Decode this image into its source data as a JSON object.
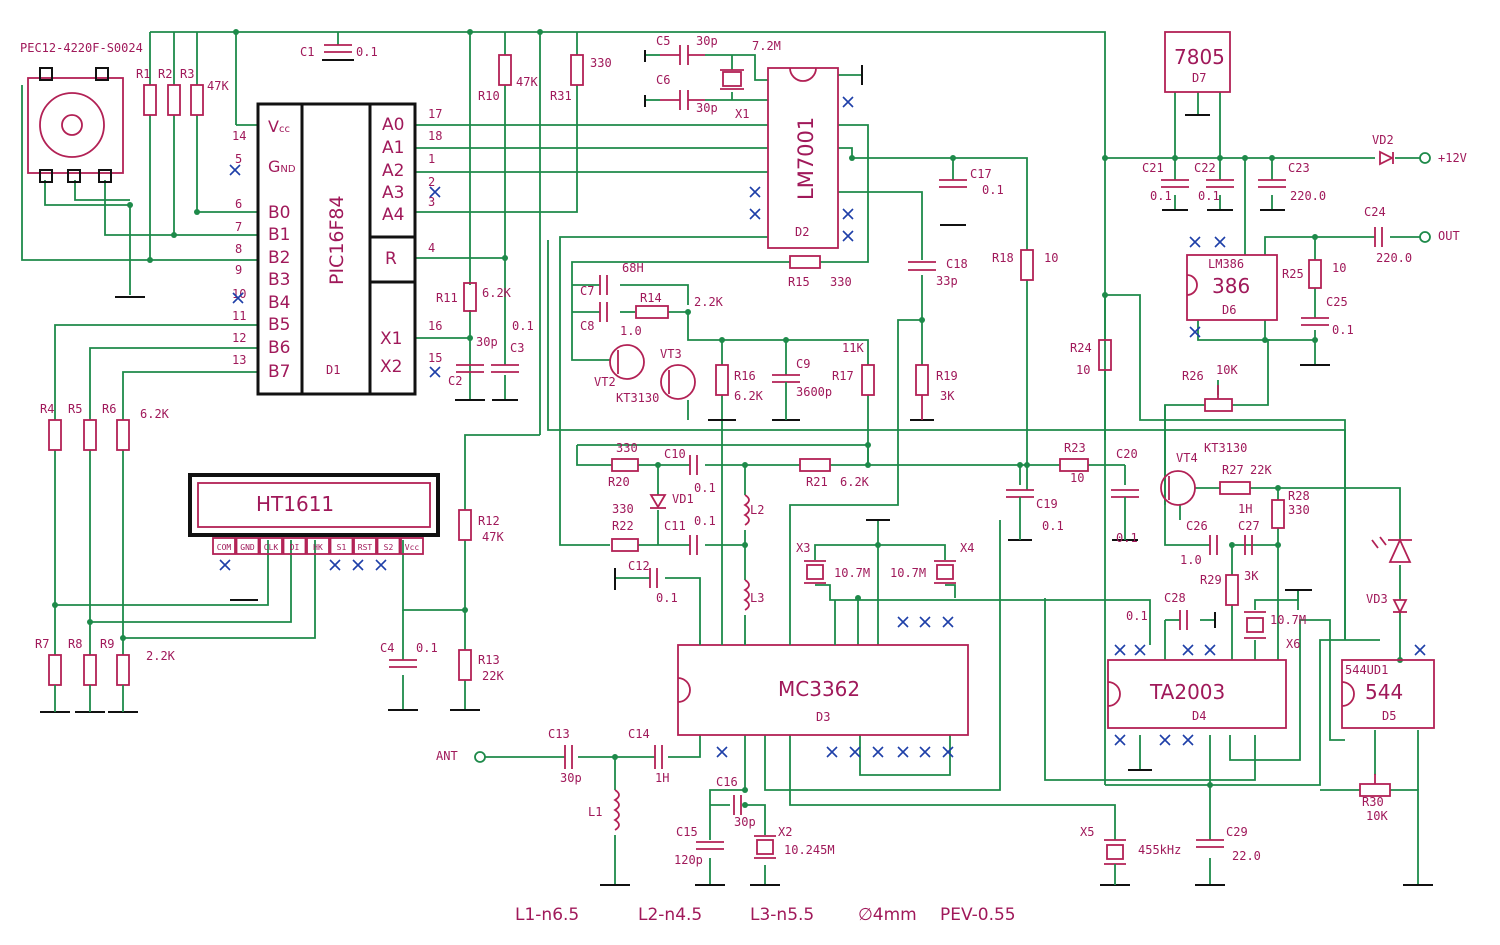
{
  "encoder": "PEC12-4220F-S0024",
  "chips": {
    "d1": {
      "name": "PIC16F84",
      "ref": "D1",
      "pins": {
        "vcc": "V",
        "vcc_sub": "cc",
        "gnd": "G",
        "gnd_sub": "ND",
        "b0": "B0",
        "b1": "B1",
        "b2": "B2",
        "b3": "B3",
        "b4": "B4",
        "b5": "B5",
        "b6": "B6",
        "b7": "B7",
        "a0": "A0",
        "a1": "A1",
        "a2": "A2",
        "a3": "A3",
        "a4": "A4",
        "r": "R",
        "x1": "X1",
        "x2": "X2"
      },
      "pinnums": {
        "p14": "14",
        "p5": "5",
        "p6": "6",
        "p7": "7",
        "p8": "8",
        "p9": "9",
        "p10": "10",
        "p11": "11",
        "p12": "12",
        "p13": "13",
        "p17": "17",
        "p18": "18",
        "p1": "1",
        "p2": "2",
        "p3": "3",
        "p4": "4",
        "p16": "16",
        "p15": "15"
      }
    },
    "d2": {
      "name": "LM7001",
      "ref": "D2"
    },
    "d3": {
      "name": "MC3362",
      "ref": "D3"
    },
    "d4": {
      "name": "TA2003",
      "ref": "D4"
    },
    "d5": {
      "name": "544",
      "top": "544UD1",
      "ref": "D5"
    },
    "d6": {
      "name": "386",
      "top": "LM386",
      "ref": "D6"
    },
    "d7": {
      "name": "7805",
      "ref": "D7"
    },
    "lcd": {
      "name": "HT1611",
      "pins": [
        "COM",
        "GND",
        "CLK",
        "DI",
        "HK",
        "S1",
        "RST",
        "S2",
        "Vcc"
      ]
    }
  },
  "labels": {
    "c1": "C1",
    "c1v": "0.1",
    "r1": "R1",
    "r2": "R2",
    "r3": "R3",
    "r123v": "47K",
    "r10": "R10",
    "r10v": "47K",
    "r31": "R31",
    "r31v": "330",
    "c5": "C5",
    "c5v": "30p",
    "c6": "C6",
    "c6v": "30p",
    "x1": "X1",
    "x1v": "7.2M",
    "r11": "R11",
    "r11v": "6.2K",
    "c2": "C2",
    "c2v": "30p",
    "c3": "C3",
    "c3v": "0.1",
    "c7": "C7",
    "c7v": "68H",
    "c8": "C8",
    "c8v": "1.0",
    "r14": "R14",
    "r14v": "2.2K",
    "r15": "R15",
    "r15v": "330",
    "vt2": "VT2",
    "vt3": "VT3",
    "kt1": "KT3130",
    "r16": "R16",
    "r16v": "6.2K",
    "c9": "C9",
    "c9v": "3600p",
    "r17": "R17",
    "r17v": "11K",
    "c17": "C17",
    "c17v": "0.1",
    "c18": "C18",
    "c18v": "33p",
    "r19": "R19",
    "r19v": "3K",
    "r18": "R18",
    "r18v": "10",
    "c21": "C21",
    "c21v": "0.1",
    "c22": "C22",
    "c22v": "0.1",
    "c23": "C23",
    "c23v": "220.0",
    "vd2": "VD2",
    "p12v": "+12V",
    "c24": "C24",
    "c24v": "220.0",
    "out": "OUT",
    "r25": "R25",
    "r25v": "10",
    "c25": "C25",
    "c25v": "0.1",
    "r24": "R24",
    "r24v": "10",
    "r26": "R26",
    "r26v": "10K",
    "r4": "R4",
    "r5": "R5",
    "r6": "R6",
    "r456v": "6.2K",
    "r7": "R7",
    "r8": "R8",
    "r9": "R9",
    "r789v": "2.2K",
    "r12": "R12",
    "r12v": "47K",
    "r13": "R13",
    "r13v": "22K",
    "c4": "C4",
    "c4v": "0.1",
    "r20": "R20",
    "r20v": "330",
    "c10": "C10",
    "c10v": "0.1",
    "vd1": "VD1",
    "r22": "R22",
    "r22v": "330",
    "c11": "C11",
    "c11v": "0.1",
    "l2": "L2",
    "l3": "L3",
    "c12": "C12",
    "c12v": "0.1",
    "r21": "R21",
    "r21v": "6.2K",
    "r23": "R23",
    "r23v": "10",
    "c19": "C19",
    "c19v": "0.1",
    "c20": "C20",
    "c20v": "0.1",
    "x3": "X3",
    "x3v": "10.7M",
    "x4": "X4",
    "x4v": "10.7M",
    "vt4": "VT4",
    "kt2": "KT3130",
    "r27": "R27",
    "r27v": "22K",
    "r28": "R28",
    "r28v": "330",
    "c26": "C26",
    "c26v": "1.0",
    "c27": "C27",
    "c27v": "1H",
    "r29": "R29",
    "r29v": "3K",
    "c28": "C28",
    "c28v": "0.1",
    "x6": "X6",
    "x6v": "10.7M",
    "vd3": "VD3",
    "ant": "ANT",
    "c13": "C13",
    "c13v": "30p",
    "c14": "C14",
    "c14v": "1H",
    "l1": "L1",
    "c16": "C16",
    "c16v": "30p",
    "c15": "C15",
    "c15v": "120p",
    "x2": "X2",
    "x2v": "10.245M",
    "x5": "X5",
    "x5v": "455kHz",
    "c29": "C29",
    "c29v": "22.0",
    "r30": "R30",
    "r30v": "10K"
  },
  "footer": {
    "l1": "L1-n6.5",
    "l2": "L2-n4.5",
    "l3": "L3-n5.5",
    "dia": "∅4mm",
    "wire": "PEV-0.55"
  }
}
